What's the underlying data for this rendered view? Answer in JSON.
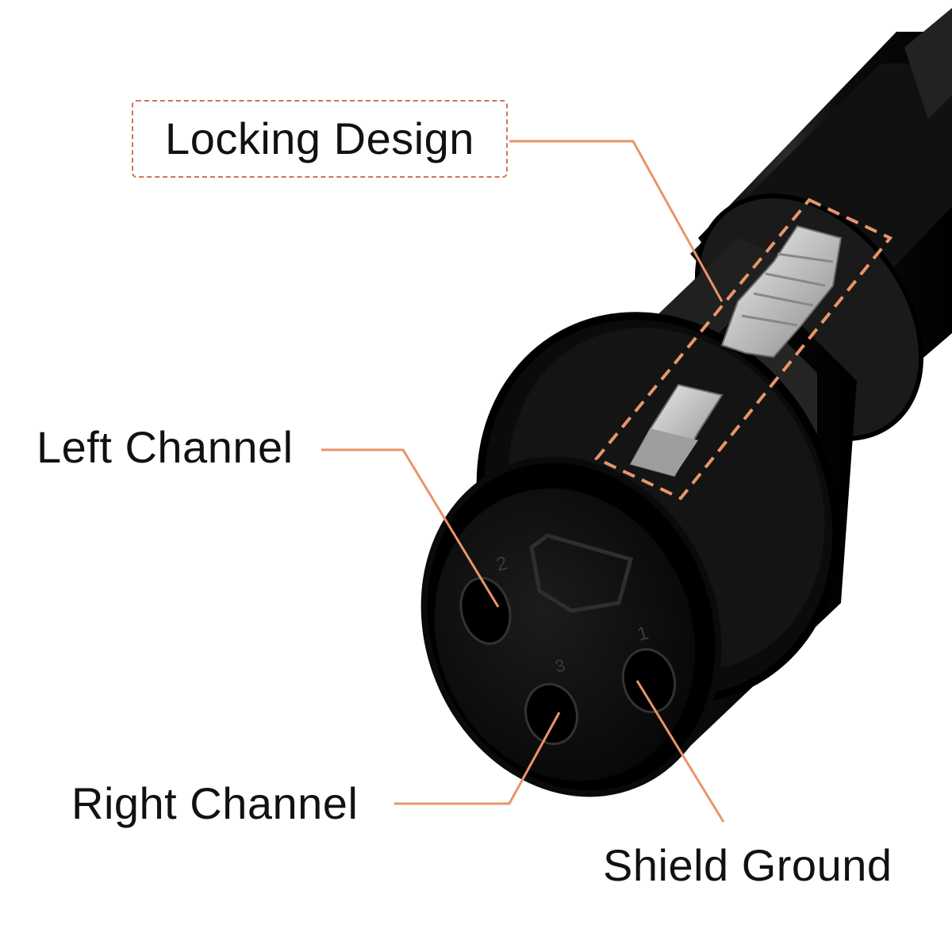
{
  "labels": {
    "locking": "Locking Design",
    "left": "Left Channel",
    "right": "Right Channel",
    "shield": "Shield Ground"
  },
  "pin_numbers": [
    "2",
    "1",
    "3"
  ],
  "colors": {
    "callout": "#e8956a",
    "callout_box": "#c87a55",
    "connector_body": "#0d0d0d",
    "latch_metal": "#cfcfcf",
    "text": "#111111",
    "background": "#ffffff"
  }
}
